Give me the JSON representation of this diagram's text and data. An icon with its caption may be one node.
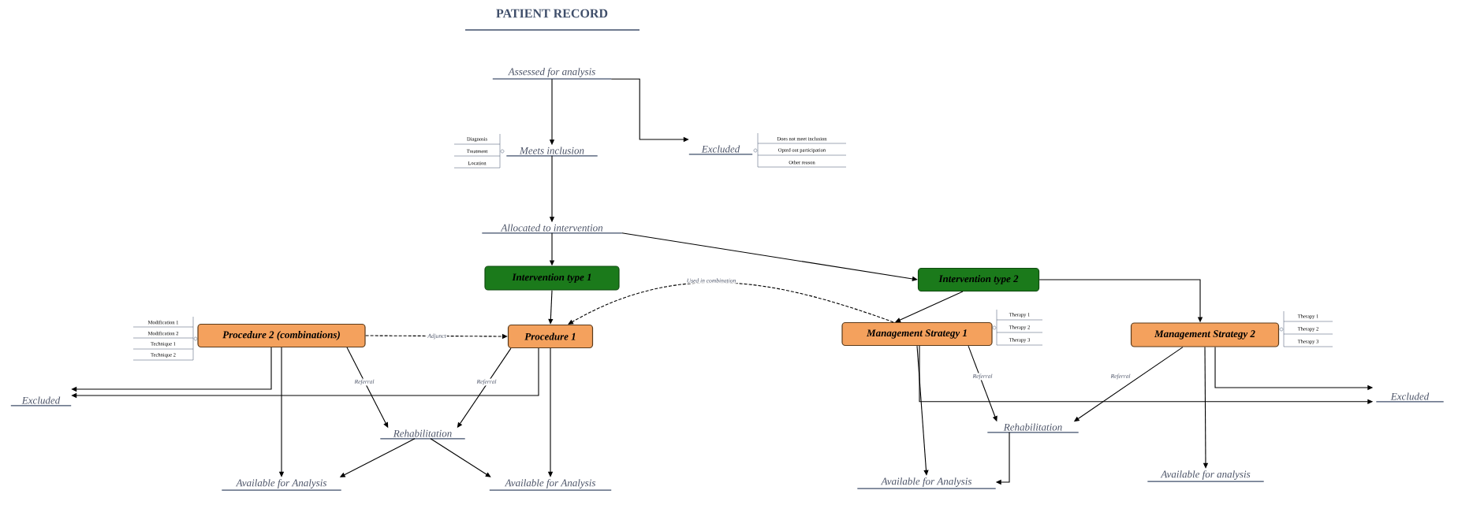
{
  "diagram": {
    "title": "PATIENT RECORD",
    "nodes": [
      {
        "text": [
          "Assessed for analysis"
        ]
      },
      {
        "text": [
          "Meets inclusion"
        ],
        "beside": [
          "Diagnosis",
          "Treatment",
          "Location"
        ]
      },
      {
        "text": [
          "Excluded"
        ],
        "beside": [
          "Does not meet inclusion",
          "Opted out participation",
          "Other reason"
        ]
      },
      {
        "text": [
          "Allocated to intervention"
        ]
      },
      {
        "text": [
          "Intervention type 1"
        ]
      },
      {
        "text": [
          "Intervention type 2"
        ]
      },
      {
        "text": [
          "Procedure 2 (combinations)"
        ],
        "beside": [
          "Modification 1",
          "Modification 2",
          "Technique 1",
          "Technique 2"
        ]
      },
      {
        "text": [
          "Procedure 1"
        ]
      },
      {
        "text": [
          "Management Strategy 1"
        ],
        "beside": [
          "Therapy 1",
          "Therapy 2",
          "Therapy 3"
        ]
      },
      {
        "text": [
          "Management Strategy 2"
        ],
        "beside": [
          "Therapy 1",
          "Therapy 2",
          "Therapy 3"
        ]
      },
      {
        "text": [
          "Excluded"
        ]
      },
      {
        "text": [
          "Rehabilitation"
        ]
      },
      {
        "text": [
          "Available for Analysis"
        ]
      },
      {
        "text": [
          "Available for Analysis"
        ]
      },
      {
        "text": [
          "Rehabilitation"
        ]
      },
      {
        "text": [
          "Available for Analysis"
        ]
      },
      {
        "text": [
          "Available for analysis"
        ]
      },
      {
        "text": [
          "Excluded"
        ]
      }
    ],
    "edges": [
      {
        "from": 0,
        "to": 1,
        "arrow": "to"
      },
      {
        "from": 0,
        "to": 2,
        "arrow": "to"
      },
      {
        "from": 1,
        "to": 3,
        "arrow": "to"
      },
      {
        "from": 3,
        "to": 4,
        "arrow": "to"
      },
      {
        "from": 3,
        "to": 5,
        "arrow": "to"
      },
      {
        "from": 4,
        "to": 7,
        "arrow": "to"
      },
      {
        "from": 5,
        "to": 8,
        "arrow": "to"
      },
      {
        "from": 5,
        "to": 9,
        "arrow": "to"
      },
      {
        "from": 6,
        "to": 7,
        "arrow": "to",
        "label": "Adjunct",
        "style": "dashed"
      },
      {
        "from": 8,
        "to": 7,
        "arrow": "to",
        "label": "Used in combination",
        "style": "dashed"
      },
      {
        "from": 6,
        "to": 10,
        "arrow": "to"
      },
      {
        "from": 7,
        "to": 10,
        "arrow": "to"
      },
      {
        "from": 6,
        "to": 12,
        "arrow": "to"
      },
      {
        "from": 6,
        "to": 11,
        "arrow": "to",
        "label": "Referral"
      },
      {
        "from": 7,
        "to": 11,
        "arrow": "to",
        "label": "Referral"
      },
      {
        "from": 7,
        "to": 13,
        "arrow": "to"
      },
      {
        "from": 11,
        "to": 12,
        "arrow": "to"
      },
      {
        "from": 11,
        "to": 13,
        "arrow": "to"
      },
      {
        "from": 8,
        "to": 15,
        "arrow": "to"
      },
      {
        "from": 8,
        "to": 17,
        "arrow": "to"
      },
      {
        "from": 8,
        "to": 14,
        "arrow": "to",
        "label": "Referral"
      },
      {
        "from": 9,
        "to": 14,
        "arrow": "to",
        "label": "Referral"
      },
      {
        "from": 9,
        "to": 17,
        "arrow": "to"
      },
      {
        "from": 9,
        "to": 16,
        "arrow": "to"
      },
      {
        "from": 14,
        "to": 15,
        "arrow": "to"
      }
    ]
  }
}
